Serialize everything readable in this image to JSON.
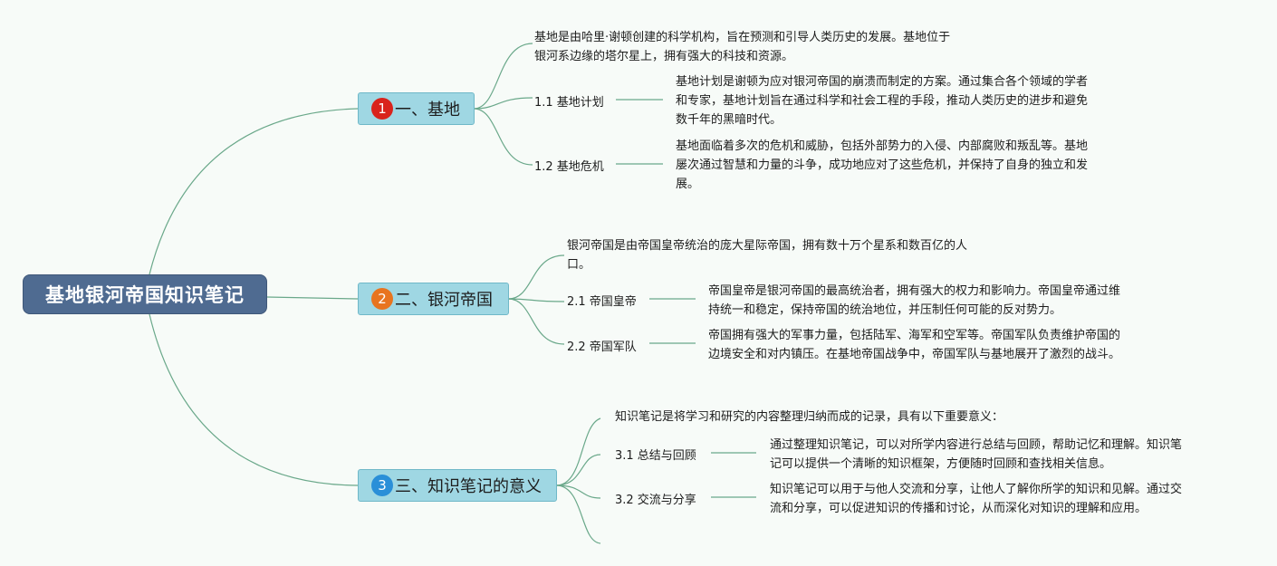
{
  "root": {
    "title": "基地银河帝国知识笔记"
  },
  "topics": [
    {
      "num": "1",
      "num_color": "#d9231c",
      "title": "一、基地",
      "desc": [
        "基地是由哈里·谢顿创建的科学机构，旨在预测和引导人类历史的发展。基地位于",
        "银河系边缘的塔尔星上，拥有强大的科技和资源。"
      ],
      "subs": [
        {
          "label": "1.1 基地计划",
          "desc": [
            "基地计划是谢顿为应对银河帝国的崩溃而制定的方案。通过集合各个领域的学者",
            "和专家，基地计划旨在通过科学和社会工程的手段，推动人类历史的进步和避免",
            "数千年的黑暗时代。"
          ]
        },
        {
          "label": "1.2 基地危机",
          "desc": [
            "基地面临着多次的危机和威胁，包括外部势力的入侵、内部腐败和叛乱等。基地",
            "屡次通过智慧和力量的斗争，成功地应对了这些危机，并保持了自身的独立和发",
            "展。"
          ]
        }
      ]
    },
    {
      "num": "2",
      "num_color": "#e8741f",
      "title": "二、银河帝国",
      "desc": [
        "银河帝国是由帝国皇帝统治的庞大星际帝国，拥有数十万个星系和数百亿的人",
        "口。"
      ],
      "subs": [
        {
          "label": "2.1 帝国皇帝",
          "desc": [
            "帝国皇帝是银河帝国的最高统治者，拥有强大的权力和影响力。帝国皇帝通过维",
            "持统一和稳定，保持帝国的统治地位，并压制任何可能的反对势力。"
          ]
        },
        {
          "label": "2.2 帝国军队",
          "desc": [
            "帝国拥有强大的军事力量，包括陆军、海军和空军等。帝国军队负责维护帝国的",
            "边境安全和对内镇压。在基地帝国战争中，帝国军队与基地展开了激烈的战斗。"
          ]
        }
      ]
    },
    {
      "num": "3",
      "num_color": "#2a8fd8",
      "title": "三、知识笔记的意义",
      "desc": [
        "知识笔记是将学习和研究的内容整理归纳而成的记录，具有以下重要意义："
      ],
      "subs": [
        {
          "label": "3.1 总结与回顾",
          "desc": [
            "通过整理知识笔记，可以对所学内容进行总结与回顾，帮助记忆和理解。知识笔",
            "记可以提供一个清晰的知识框架，方便随时回顾和查找相关信息。"
          ]
        },
        {
          "label": "3.2 交流与分享",
          "desc": [
            "知识笔记可以用于与他人交流和分享，让他人了解你所学的知识和见解。通过交",
            "流和分享，可以促进知识的传播和讨论，从而深化对知识的理解和应用。"
          ]
        }
      ]
    }
  ],
  "colors": {
    "line": "#6aa88a",
    "root_bg": "#4f6b91",
    "topic_bg": "#9fd7e3"
  }
}
